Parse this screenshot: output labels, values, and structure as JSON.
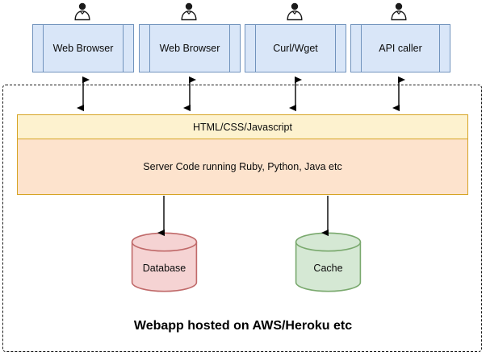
{
  "diagram": {
    "title": "Webapp hosted on AWS/Heroku etc",
    "colors": {
      "client_fill": "#d9e6f8",
      "client_stroke": "#7193bd",
      "frontend_fill": "#fdf2cf",
      "backend_fill": "#fde3cd",
      "layer_stroke": "#d6a424",
      "database_fill": "#f5d3d3",
      "database_stroke": "#c06a6a",
      "cache_fill": "#d5e8d4",
      "cache_stroke": "#7aa96e",
      "arrow_stroke": "#000000",
      "boundary_stroke": "#1a1a1a"
    }
  },
  "clients": [
    {
      "label": "Web Browser",
      "actor": "user-icon"
    },
    {
      "label": "Web Browser",
      "actor": "user-icon"
    },
    {
      "label": "Curl/Wget",
      "actor": "user-icon"
    },
    {
      "label": "API caller",
      "actor": "user-icon"
    }
  ],
  "layers": {
    "frontend": {
      "label": "HTML/CSS/Javascript"
    },
    "backend": {
      "label": "Server Code running Ruby, Python, Java etc"
    }
  },
  "storage": [
    {
      "label": "Database",
      "shape": "cylinder-icon"
    },
    {
      "label": "Cache",
      "shape": "cylinder-icon"
    }
  ],
  "boundary": {
    "caption": "Webapp hosted on AWS/Heroku etc",
    "style": "dashed"
  }
}
